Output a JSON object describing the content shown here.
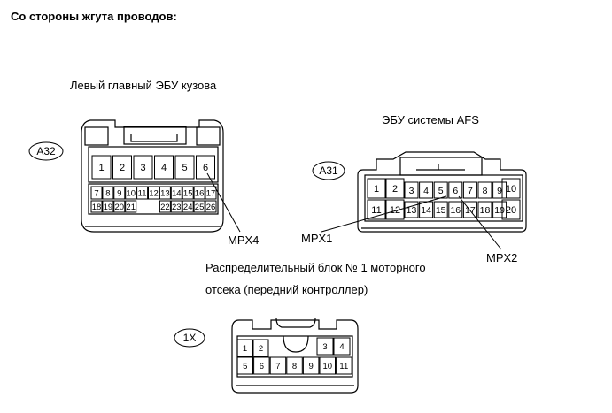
{
  "title": "Со стороны жгута проводов:",
  "connectors": {
    "a32": {
      "code": "A32",
      "name": "Левый главный ЭБУ кузова",
      "top_row": [
        "1",
        "2",
        "3",
        "4",
        "5",
        "6"
      ],
      "row2": [
        "7",
        "8",
        "9",
        "10",
        "11",
        "12",
        "13",
        "14",
        "15",
        "16",
        "17"
      ],
      "row3": [
        "18",
        "19",
        "20",
        "21",
        "22",
        "23",
        "24",
        "25",
        "26"
      ],
      "callout": "MPX4"
    },
    "a31": {
      "code": "A31",
      "name": "ЭБУ системы AFS",
      "row1_big": [
        "1",
        "2"
      ],
      "row1_small": [
        "3",
        "4",
        "5",
        "6",
        "7",
        "8",
        "9"
      ],
      "row1_end": "10",
      "row2_big": [
        "11",
        "12"
      ],
      "row2_small": [
        "13",
        "14",
        "15",
        "16",
        "17",
        "18",
        "19"
      ],
      "row2_end": "20",
      "callout_left": "MPX1",
      "callout_right": "MPX2"
    },
    "c1x": {
      "code": "1X",
      "name_line1": "Распределительный блок № 1 моторного",
      "name_line2": "отсека (передний контроллер)",
      "row1_left": [
        "1",
        "2"
      ],
      "row1_right": [
        "3",
        "4"
      ],
      "row2": [
        "5",
        "6",
        "7",
        "8",
        "9",
        "10",
        "11"
      ]
    }
  }
}
